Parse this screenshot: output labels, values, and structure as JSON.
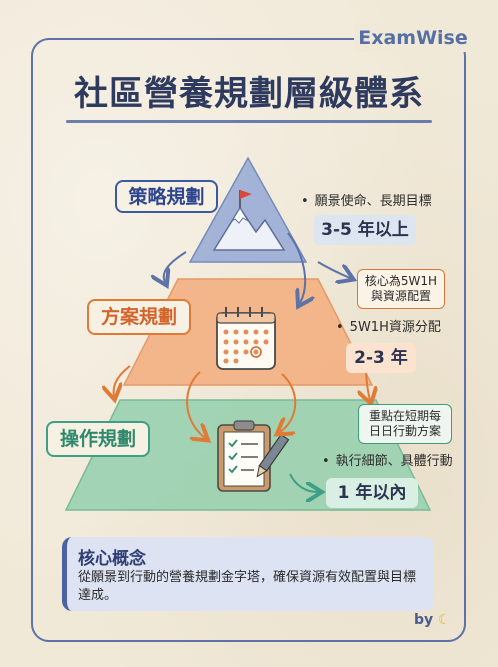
{
  "brand": "ExamWise",
  "title": "社區營養規劃層級體系",
  "levels": [
    {
      "label": "策略規劃",
      "bullet": "願景使命、長期目標",
      "duration": "3-5 年以上"
    },
    {
      "label": "方案規劃",
      "bullet": "5W1H資源分配",
      "duration": "2-3 年",
      "note_line1": "核心為5W1H",
      "note_line2": "與資源配置"
    },
    {
      "label": "操作規劃",
      "bullet": "執行細節、具體行動",
      "duration": "1 年以內",
      "note_line1": "重點在短期每",
      "note_line2": "日日行動方案"
    }
  ],
  "core": {
    "title": "核心概念",
    "text": "從願景到行動的營養規劃金字塔，確保資源有效配置與目標達成。"
  },
  "byline": "by",
  "colors": {
    "strategy": "#8ea3cf",
    "program": "#f2a877",
    "operation": "#86c9a4",
    "frame": "#5d73a8"
  },
  "icons": [
    "mountain-flag-icon",
    "calendar-icon",
    "clipboard-checklist-icon",
    "banana-icon"
  ]
}
